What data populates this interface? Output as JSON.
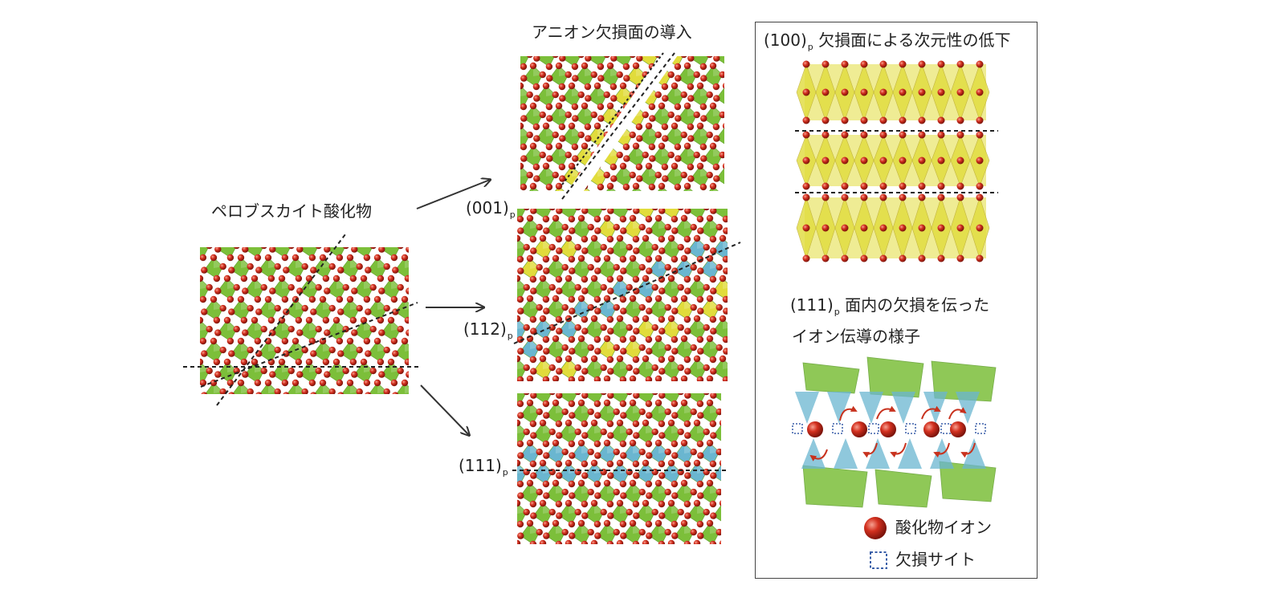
{
  "labels": {
    "perovskite": "ペロブスカイト酸化物",
    "introduction": "アニオン欠損面の導入",
    "plane_001": "(001)",
    "plane_112": "(112)",
    "plane_111": "(111)",
    "subscript_p": "p",
    "panel_title_prefix": "(100)",
    "panel_title_suffix": "欠損面による次元性の低下",
    "conduction_prefix": "(111)",
    "conduction_line1_suffix": "面内の欠損を伝った",
    "conduction_line2": "イオン伝導の様子"
  },
  "legend": {
    "oxide_ion": "酸化物イオン",
    "vacancy_site": "欠損サイト"
  },
  "colors": {
    "octahedron": "#7cbf3a",
    "octahedron_dark": "#5e9e2a",
    "tetra_yellow": "#e1dc3c",
    "tetra_blue": "#6ab6d0",
    "oxygen": "#d3301f",
    "oxygen_highlight": "#f08a70",
    "vacancy": "#3a5fa8",
    "arrow": "#333333",
    "dashed": "#222222",
    "curl_arrow": "#c8321e"
  },
  "icons": [
    "oxide-ion-sphere-icon",
    "vacancy-square-icon",
    "curved-arrow-icon"
  ]
}
